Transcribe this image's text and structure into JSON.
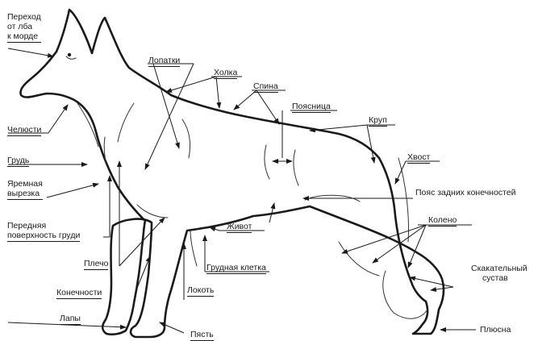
{
  "figure": {
    "labels": {
      "stop": [
        "Переход",
        "от лба",
        "к морде"
      ],
      "jaws": "Челюсти",
      "chest": "Грудь",
      "jugular": [
        "Яремная",
        "вырезка"
      ],
      "forechest": [
        "Передняя",
        "поверхность груди"
      ],
      "shoulder": "Плечо",
      "limbs": "Конечности",
      "paws": "Лапы",
      "shoulder_blades": "Лопатки",
      "withers": "Холка",
      "back": "Спина",
      "loin": "Поясница",
      "croup": "Круп",
      "tail": "Хвост",
      "pelvic_girdle": "Пояс задних конечностей",
      "knee": "Колено",
      "hock": [
        "Скакательный",
        "сустав"
      ],
      "metatarsus": "Плюсна",
      "belly": "Живот",
      "ribcage": "Грудная клетка",
      "elbow": "Локоть",
      "pastern": "Пясть"
    },
    "colors": {
      "ink": "#1a1a1a",
      "background": "#ffffff"
    }
  }
}
